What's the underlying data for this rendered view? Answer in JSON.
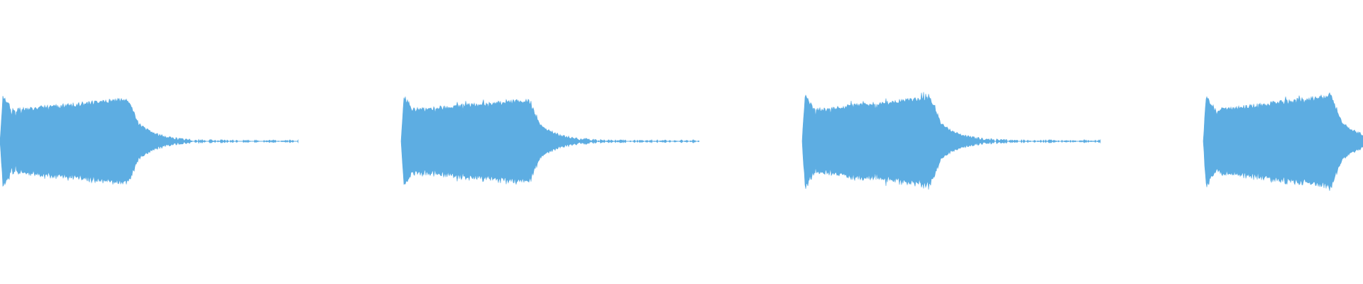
{
  "waveform": {
    "color": "#5dade2",
    "background": "#ffffff",
    "channels": 1,
    "bursts": [
      {
        "index": 1,
        "attack_peak": 0.8,
        "sustain_level": 0.54,
        "second_peak": 0.74,
        "release_shape": "long-tail"
      },
      {
        "index": 2,
        "attack_peak": 0.78,
        "sustain_level": 0.55,
        "second_peak": 0.72,
        "release_shape": "long-tail"
      },
      {
        "index": 3,
        "attack_peak": 0.8,
        "sustain_level": 0.55,
        "second_peak": 0.76,
        "release_shape": "long-tail"
      },
      {
        "index": 4,
        "attack_peak": 0.78,
        "sustain_level": 0.54,
        "second_peak": 0.8,
        "release_shape": "cut-off"
      }
    ]
  }
}
